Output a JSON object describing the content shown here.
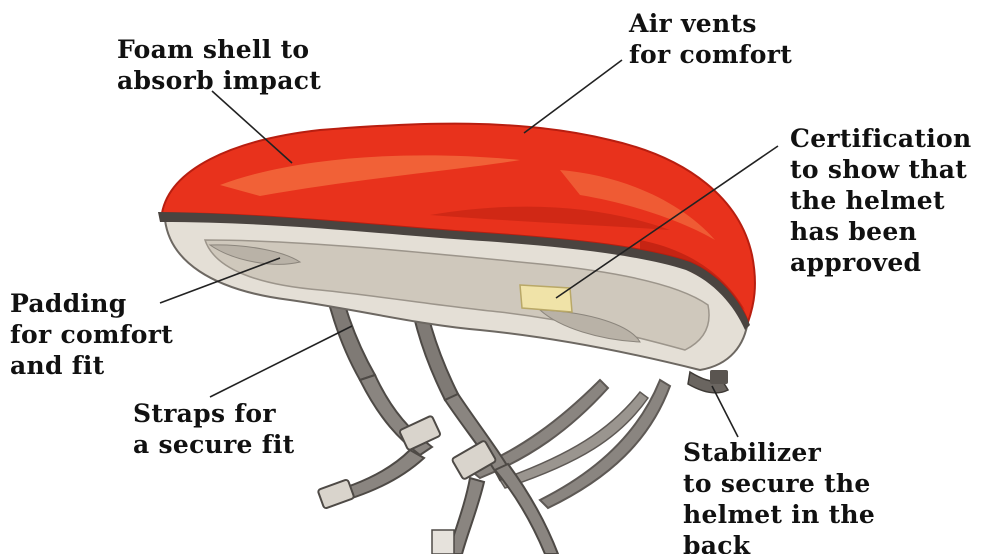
{
  "labels": {
    "foam_shell": "Foam shell to\nabsorb impact",
    "air_vents": "Air vents\nfor comfort",
    "certification": "Certification\nto show that\nthe helmet\nhas been\napproved",
    "padding": "Padding\nfor comfort\nand fit",
    "straps": "Straps for\na secure fit",
    "stabilizer": "Stabilizer\nto secure the\nhelmet in the\nback"
  },
  "colors": {
    "shell": "#e8321c",
    "shell_highlight": "#f26a3c",
    "shell_shadow": "#b81e10",
    "rim": "#4a4440",
    "foam": "#e4dfd6",
    "foam_inner": "#cfc8bc",
    "strap": "#8a8580",
    "strap_dark": "#5e5955",
    "sticker": "#f0e3a8",
    "leader_line": "#222222",
    "text": "#111111"
  }
}
